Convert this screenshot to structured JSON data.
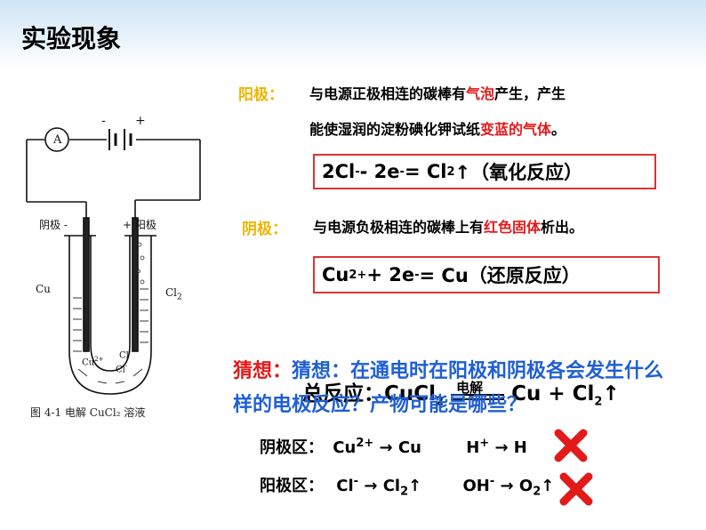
{
  "title": "实验现象",
  "anode": {
    "label": "阳极：",
    "line1_a": "与电源正极相连的碳棒有",
    "line1_red": "气泡",
    "line1_b": "产生，产生",
    "line2_a": "能使湿润的淀粉碘化钾试纸",
    "line2_red": "变蓝的气体",
    "line2_b": "。",
    "eq_a": "2Cl",
    "eq_sup1": "-",
    "eq_b": " - 2e",
    "eq_sup2": "-",
    "eq_c": " = Cl",
    "eq_sub": "2",
    "eq_d": "↑（氧化反应）"
  },
  "cathode": {
    "label": "阴极：",
    "line1_a": "与电源负极相连的碳棒上有",
    "line1_red": "红色固体",
    "line1_b": "析出。",
    "eq_a": "Cu",
    "eq_sup1": "2+",
    "eq_b": " + 2e",
    "eq_sup2": "-",
    "eq_c": " = Cu（还原反应）"
  },
  "guess": {
    "line1": "猜想：在通电时在阳极和阴极各会发生什么",
    "line2": "样的电极反应？产物可能是哪些？"
  },
  "overall": {
    "label": "总反应：CuCl",
    "sub1": "2",
    "condition": "电解",
    "right_a": "Cu + Cl",
    "sub2": "2",
    "right_b": "↑"
  },
  "cathode_zone": {
    "label": "阴极区：",
    "a": "Cu",
    "a_sup": "2+",
    "b": " → Cu",
    "c": "H",
    "c_sup": "+",
    "d": " → H"
  },
  "anode_zone": {
    "label": "阳极区：",
    "a": "Cl",
    "a_sup": "-",
    "b": " → Cl",
    "b_sub": "2",
    "b2": "↑",
    "c": "OH",
    "c_sup": "-",
    "d": " → O",
    "d_sub": "2",
    "d2": "↑"
  },
  "diagram": {
    "ammeter": "A",
    "neg": "-",
    "pos": "+",
    "cathode_text": "阴极",
    "anode_text": "阳极",
    "cu": "Cu",
    "cl2": "Cl",
    "cl2_sub": "2",
    "cu_ion": "Cu",
    "cu_ion_sup": "2+",
    "cl_ion1": "Cl",
    "cl_ion1_sup": "-",
    "cl_ion2": "Cl",
    "cl_ion2_sup": "-",
    "caption": "图 4-1   电解 CuCl₂ 溶液"
  },
  "colors": {
    "label_yellow": "#f0b400",
    "red": "#e31a1a",
    "blue": "#1f5fd6",
    "box_border": "#d33"
  }
}
